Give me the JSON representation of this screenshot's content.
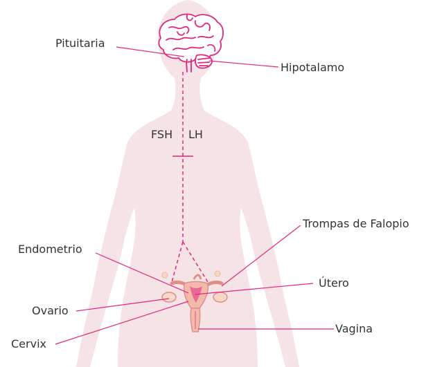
{
  "labels": {
    "pituitaria": "Pituitaria",
    "hipotalamo": "Hipotalamo",
    "fsh": "FSH",
    "lh": "LH",
    "trompas": "Trompas de Falopio",
    "endometrio": "Endometrio",
    "utero": "Útero",
    "ovario": "Ovario",
    "vagina": "Vagina",
    "cervix": "Cervix"
  },
  "colors": {
    "silhouette": "#f6e3e6",
    "accent": "#e0267f",
    "brain": "#e0267f",
    "organ_fill": "#f4b9ad",
    "organ_stroke": "#e08f86",
    "text": "#333333"
  }
}
